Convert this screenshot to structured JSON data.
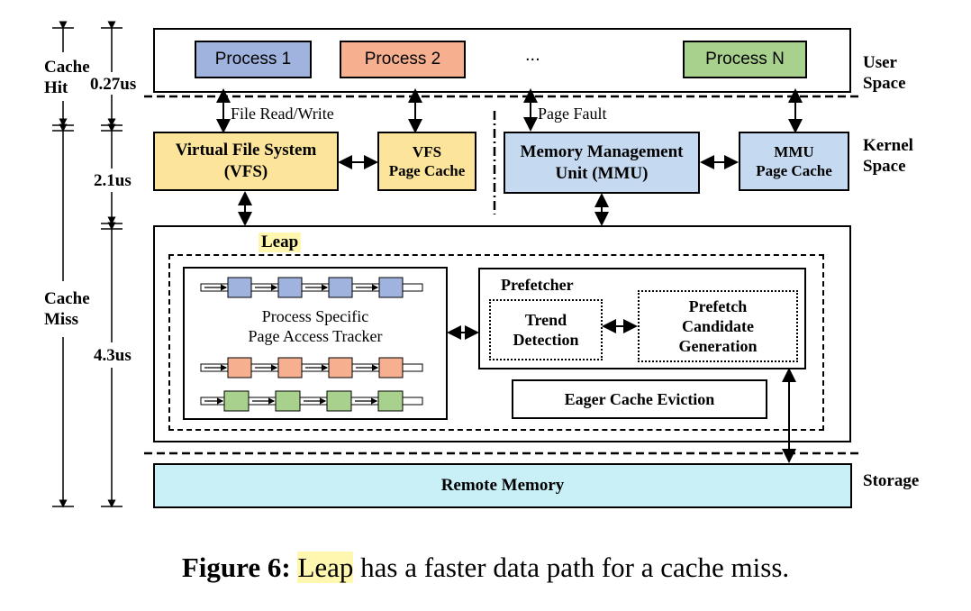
{
  "colors": {
    "process1": "#9fb3de",
    "process2": "#f6b08f",
    "processN": "#a9d18e",
    "vfs": "#fce49a",
    "mmu": "#c5daf0",
    "remote": "#c8f0f6",
    "leap_highlight": "#fff6b0"
  },
  "user_space": {
    "label": "User\nSpace",
    "processes": [
      "Process 1",
      "Process 2",
      "...",
      "Process N"
    ]
  },
  "kernel_space": {
    "label": "Kernel\nSpace",
    "vfs": "Virtual File System\n(VFS)",
    "vfs_cache": "VFS\nPage Cache",
    "mmu": "Memory Management\nUnit (MMU)",
    "mmu_cache": "MMU\nPage Cache",
    "file_rw": "File Read/Write",
    "page_fault": "Page Fault"
  },
  "leap": {
    "title": "Leap",
    "tracker": "Process Specific\nPage Access Tracker",
    "prefetcher": "Prefetcher",
    "trend": "Trend\nDetection",
    "candidate": "Prefetch\nCandidate\nGeneration",
    "eviction": "Eager Cache Eviction"
  },
  "storage": {
    "label": "Storage",
    "remote": "Remote Memory"
  },
  "timing": {
    "cache_hit": "Cache\nHit",
    "cache_miss": "Cache\nMiss",
    "t1": "0.27us",
    "t2": "2.1us",
    "t3": "4.3us"
  },
  "caption": {
    "prefix": "Figure 6:",
    "leap": "Leap",
    "rest": " has a faster data path for a cache miss."
  }
}
